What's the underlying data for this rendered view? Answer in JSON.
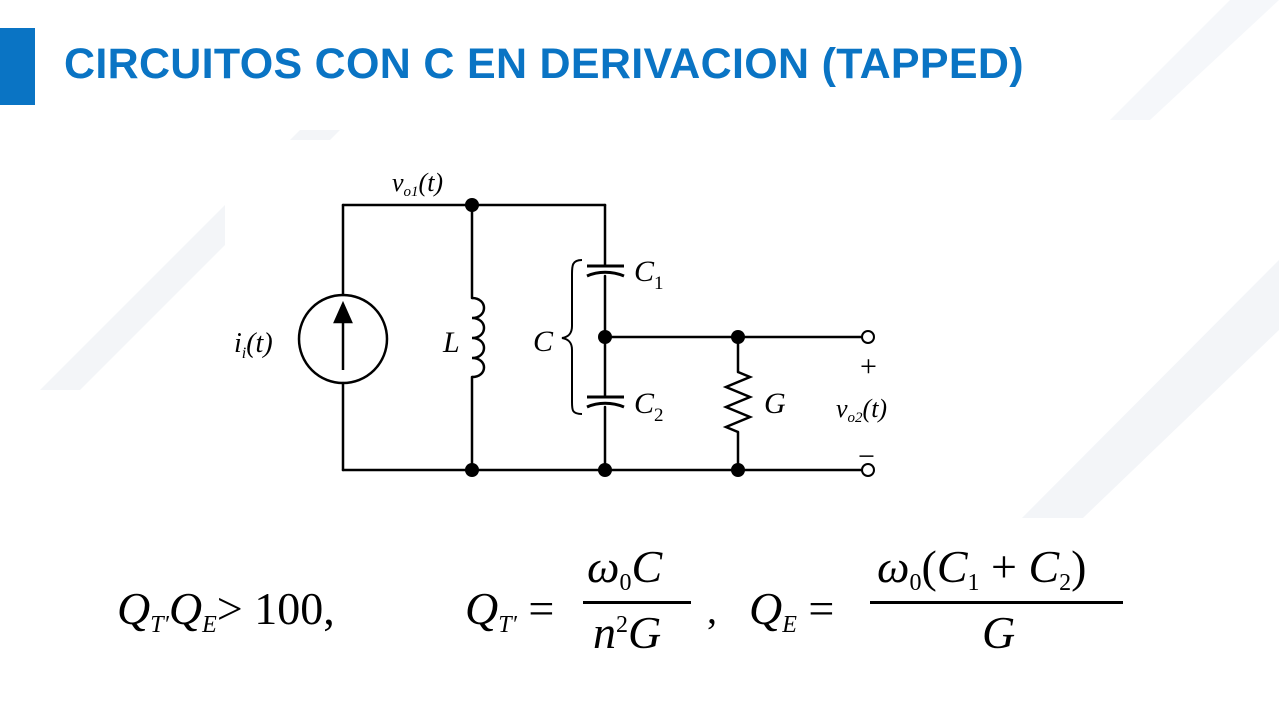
{
  "slide": {
    "title": "CIRCUITOS CON C EN DERIVACION (TAPPED)",
    "accent_color": "#0a74c4"
  },
  "circuit": {
    "source_current": {
      "sym": "i",
      "sub": "i",
      "arg": "(t)"
    },
    "output_voltage_1": {
      "sym": "v",
      "sub": "o1",
      "arg": "(t)"
    },
    "inductor": "L",
    "capacitor_total": "C",
    "capacitor_1": {
      "sym": "C",
      "sub": "1"
    },
    "capacitor_2": {
      "sym": "C",
      "sub": "2"
    },
    "conductance": "G",
    "output_voltage_2": {
      "sym": "v",
      "sub": "o2",
      "arg": "(t)"
    },
    "plus_sign": "+",
    "minus_sign": "−"
  },
  "formulas": {
    "condition": {
      "q1": "Q",
      "q1_sub": "T′",
      "q2": "Q",
      "q2_sub": "E",
      "op": "> 100,"
    },
    "qt": {
      "lhs": "Q",
      "lhs_sub": "T′",
      "eq": "=",
      "num_omega": "ω",
      "num_sub": "0",
      "num_rest": "C",
      "den_n": "n",
      "den_exp": "2",
      "den_rest": "G",
      "sep": ","
    },
    "qe": {
      "lhs": "Q",
      "lhs_sub": "E",
      "eq": "=",
      "num_omega": "ω",
      "num_sub": "0",
      "num_paren_open": "(",
      "c1": "C",
      "c1_sub": "1",
      "plus": "+",
      "c2": "C",
      "c2_sub": "2",
      "num_paren_close": ")",
      "den": "G"
    }
  }
}
